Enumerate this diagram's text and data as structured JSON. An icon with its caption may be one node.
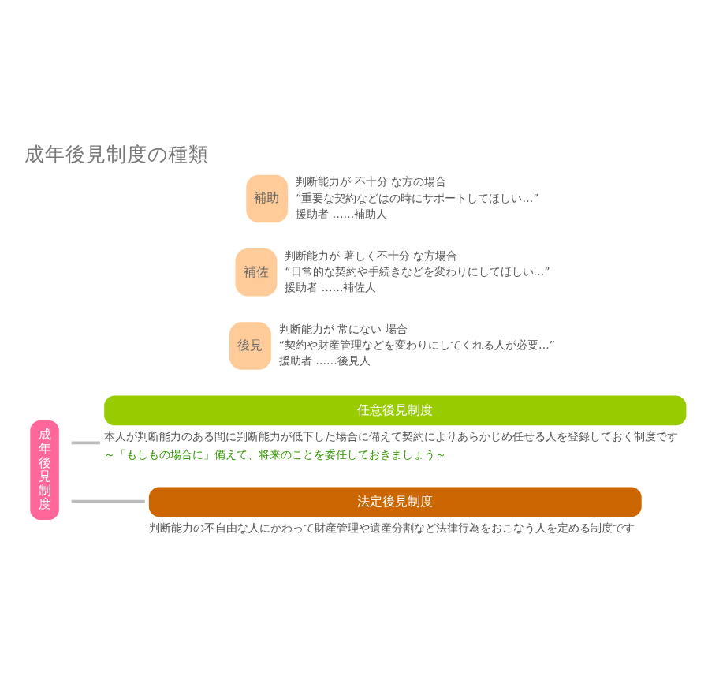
{
  "diagram": {
    "title": "成年後見制度の種類",
    "nodes": [
      {
        "text": [
          "成年後見制度"
        ]
      },
      {
        "text": [
          "任意後見制度"
        ],
        "beside": [
          "本人が判断能力のある間に判断能力が低下した場合に備えて契約によりあらかじめ任せる人を登録しておく制度です",
          "～「もしもの場合に」備えて、将来のことを委任しておきましょう～"
        ]
      },
      {
        "text": [
          "法定後見制度"
        ],
        "beside": [
          "判断能力の不自由な人にかわって財産管理や遺産分割など法律行為をおこなう人を定める制度です"
        ]
      },
      {
        "text": [
          "後見"
        ],
        "beside": [
          "判断能力が 常にない 場合",
          "“契約や財産管理などを変わりにしてくれる人が必要…”",
          "援助者 ……後見人"
        ]
      },
      {
        "text": [
          "補佐"
        ],
        "beside": [
          "判断能力が 著しく不十分 な方場合",
          "“日常的な契約や手続きなどを変わりにしてほしい…”",
          "援助者 ……補佐人"
        ]
      },
      {
        "text": [
          "補助"
        ],
        "beside": [
          "判断能力が 不十分 な方の場合",
          "“重要な契約などはの時にサポートしてほしい…”",
          "援助者 ……補助人"
        ]
      }
    ],
    "edges": [
      {
        "from": 0,
        "to": 1,
        "arrow": "none"
      },
      {
        "from": 0,
        "to": 2,
        "arrow": "none"
      }
    ]
  }
}
